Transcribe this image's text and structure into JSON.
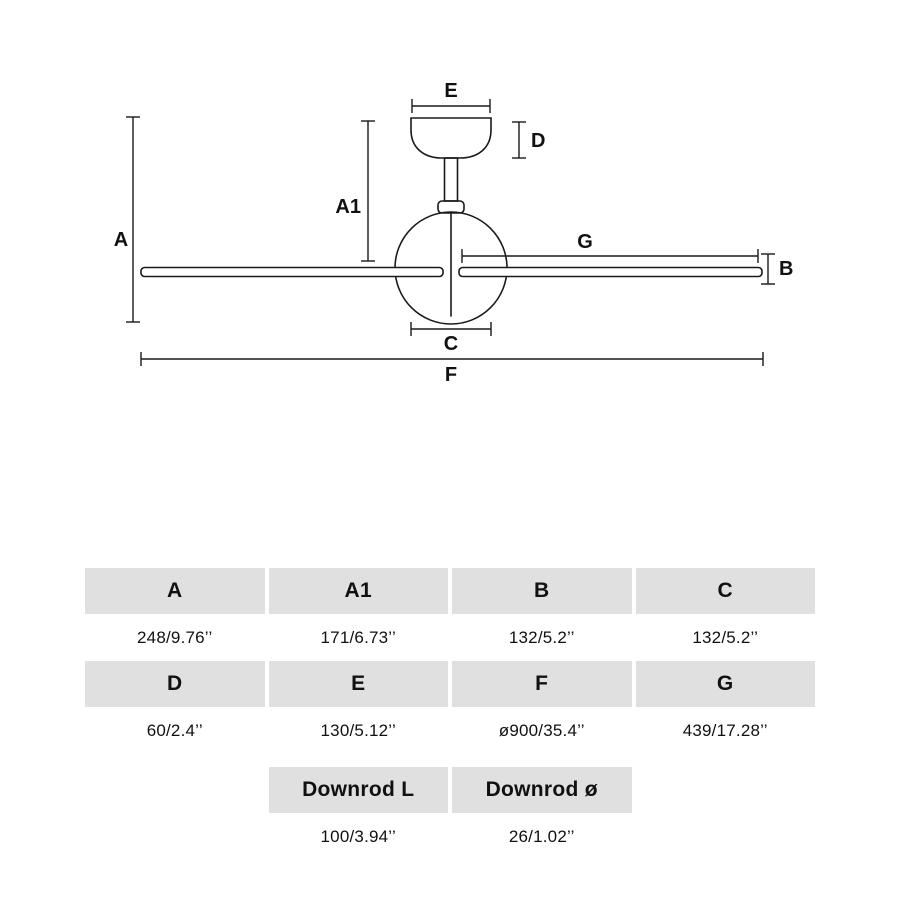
{
  "diagram": {
    "dim_labels": {
      "a": "A",
      "a1": "A1",
      "b": "B",
      "c": "C",
      "d": "D",
      "e": "E",
      "f": "F",
      "g": "G"
    }
  },
  "table": {
    "rows": [
      {
        "headers": [
          "A",
          "A1",
          "B",
          "C"
        ],
        "values": [
          "248/9.76’’",
          "171/6.73’’",
          "132/5.2’’",
          "132/5.2’’"
        ]
      },
      {
        "headers": [
          "D",
          "E",
          "F",
          "G"
        ],
        "values": [
          "60/2.4’’",
          "130/5.12’’",
          "ø900/35.4’’",
          "439/17.28’’"
        ]
      },
      {
        "headers": [
          "Downrod L",
          "Downrod ø"
        ],
        "values": [
          "100/3.94’’",
          "26/1.02’’"
        ]
      }
    ]
  },
  "colors": {
    "header_bg": "#e0e0e0",
    "line": "#1a1a1a",
    "text": "#111111"
  }
}
